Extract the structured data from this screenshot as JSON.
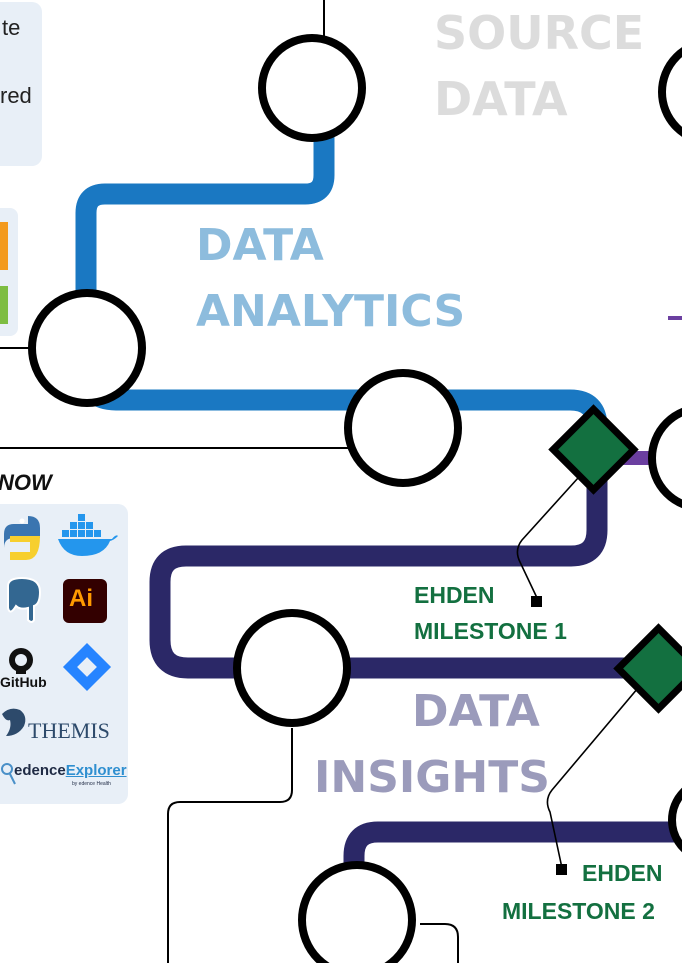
{
  "labels": {
    "source_line1": "SOURCE",
    "source_line2": "DATA",
    "analytics_line1": "DATA",
    "analytics_line2": "ANALYTICS",
    "insights_line1": "DATA",
    "insights_line2": "INSIGHTS"
  },
  "milestones": [
    {
      "line1": "EHDEN",
      "line2": "MILESTONE 1"
    },
    {
      "line1": "EHDEN",
      "line2": "MILESTONE 2"
    }
  ],
  "info_panel": {
    "line1": "te",
    "line2": "red"
  },
  "tools_section": {
    "heading": "NOW",
    "ai_label": "Ai",
    "github_label": "GitHub",
    "themis_label": "THEMIS",
    "explorer_brand": "edence",
    "explorer_word": "Explorer",
    "explorer_byline": "by edence Health"
  },
  "colors": {
    "analytics_track": "#1a78c2",
    "insights_track": "#2b2867",
    "link_track": "#6b3fa0",
    "milestone_green": "#137040",
    "source_gray": "#dcdcdc",
    "analytics_text": "#8dbcdd",
    "insights_text": "#9b9bbb"
  }
}
